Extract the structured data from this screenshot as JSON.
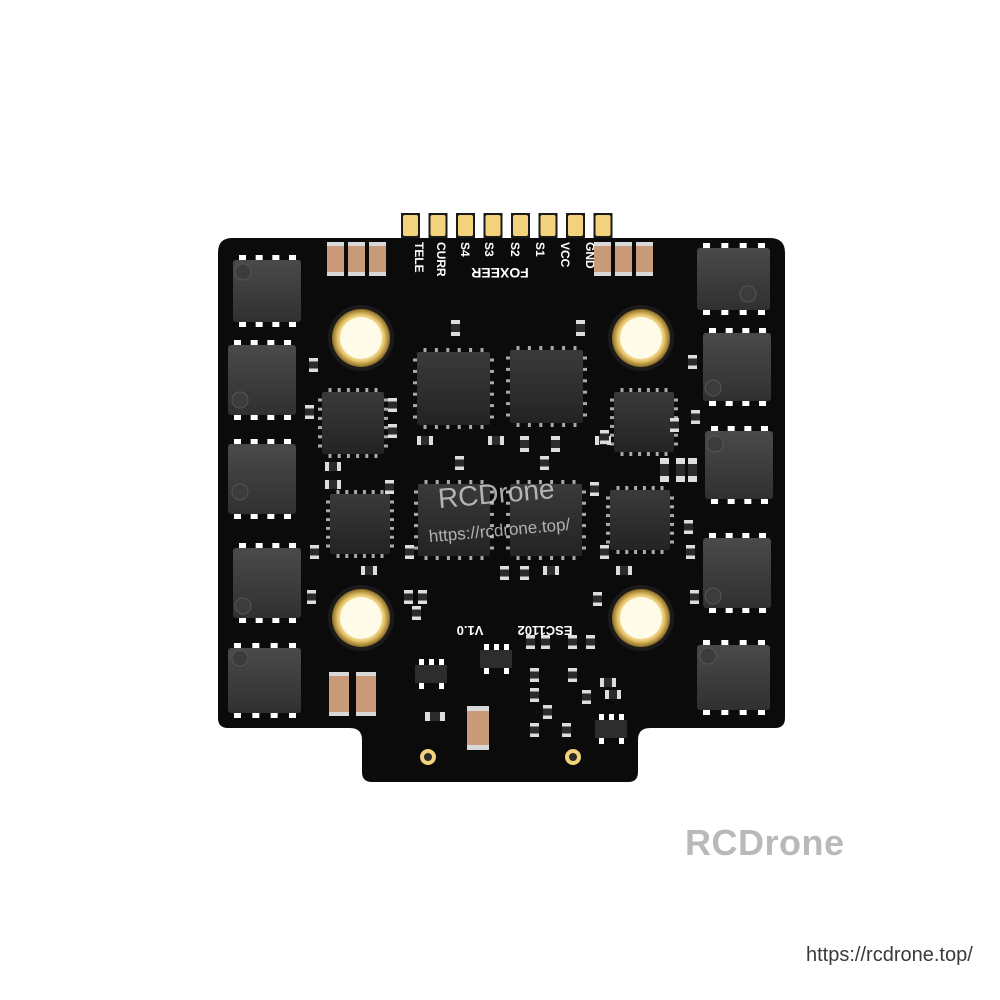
{
  "image": {
    "subject": "Foxeer ESC1102 4-in-1 ESC board (top view)",
    "background_color": "#ffffff",
    "board_color": "#0b0b0b"
  },
  "silkscreen": {
    "pin_labels": [
      "TELE",
      "CURR",
      "S4",
      "S3",
      "S2",
      "S1",
      "VCC",
      "GND"
    ],
    "brand": "FOXEER",
    "model": "ESC1102",
    "version": "V1.0"
  },
  "watermarks": {
    "center_name": "RCDrone",
    "center_url": "https://rcdrone.top/",
    "corner_name": "RCDrone",
    "corner_url": "https://rcdrone.top/"
  },
  "colors": {
    "gold_pad": "#f2d27a",
    "chip_body": "#2c2c2c",
    "capacitor": "#c99a7a"
  }
}
